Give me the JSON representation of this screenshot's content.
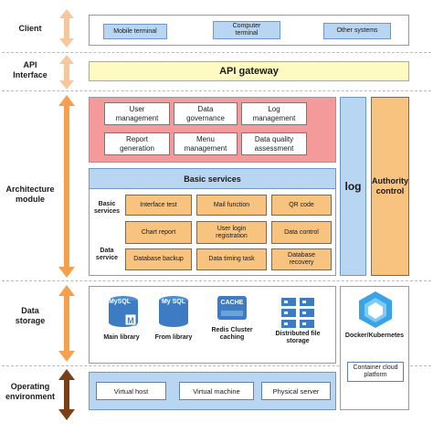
{
  "layers": {
    "client": "Client",
    "api_interface": "API\nInterface",
    "architecture_module": "Architecture\nmodule",
    "data_storage": "Data\nstorage",
    "operating_environment": "Operating\nenvironment"
  },
  "client": {
    "items": [
      "Mobile terminal",
      "Computer\nterminal",
      "Other systems"
    ]
  },
  "api_gateway": "API gateway",
  "management": {
    "items": [
      "User\nmanagement",
      "Data\ngovernance",
      "Log\nmanagement",
      "Report\ngeneration",
      "Menu\nmanagement",
      "Data quality\nassessment"
    ]
  },
  "basic_services": {
    "title": "Basic services",
    "rows": [
      {
        "label": "Basic\nservices",
        "items": [
          "Interface test",
          "Mail function",
          "QR code",
          "Chart report",
          "User login\nregistration",
          "Data control"
        ]
      },
      {
        "label": "Data\nservice",
        "items": [
          "Database backup",
          "Data timing task",
          "Database\nrecovery"
        ]
      }
    ]
  },
  "side_panels": {
    "log": "log",
    "authority": "Authority\ncontrol"
  },
  "storage": {
    "items": [
      {
        "name": "Main library",
        "icon": "mysql-icon",
        "icon_text": "MySQL"
      },
      {
        "name": "From library",
        "icon": "mysql-icon",
        "icon_text": "My SQL"
      },
      {
        "name": "Redis Cluster\ncaching",
        "icon": "cache-icon",
        "icon_text": "CACHE"
      },
      {
        "name": "Distributed file\nstorage",
        "icon": "file-storage-icon",
        "icon_text": ""
      }
    ]
  },
  "container": {
    "name": "Docker/Kubernetes",
    "platform": "Container cloud\nplatform"
  },
  "environment": {
    "items": [
      "Virtual host",
      "Virtual machine",
      "Physical server"
    ]
  },
  "colors": {
    "blue_fill": "#b8d5f2",
    "pink_bg": "#f59a9a",
    "orange_fill": "#f8c27f",
    "gateway_yellow": "#fff9c2",
    "arrow_orange": "#f6a04d",
    "arrow_brown": "#7a3f14",
    "arrow_peach": "#f6c79c"
  }
}
